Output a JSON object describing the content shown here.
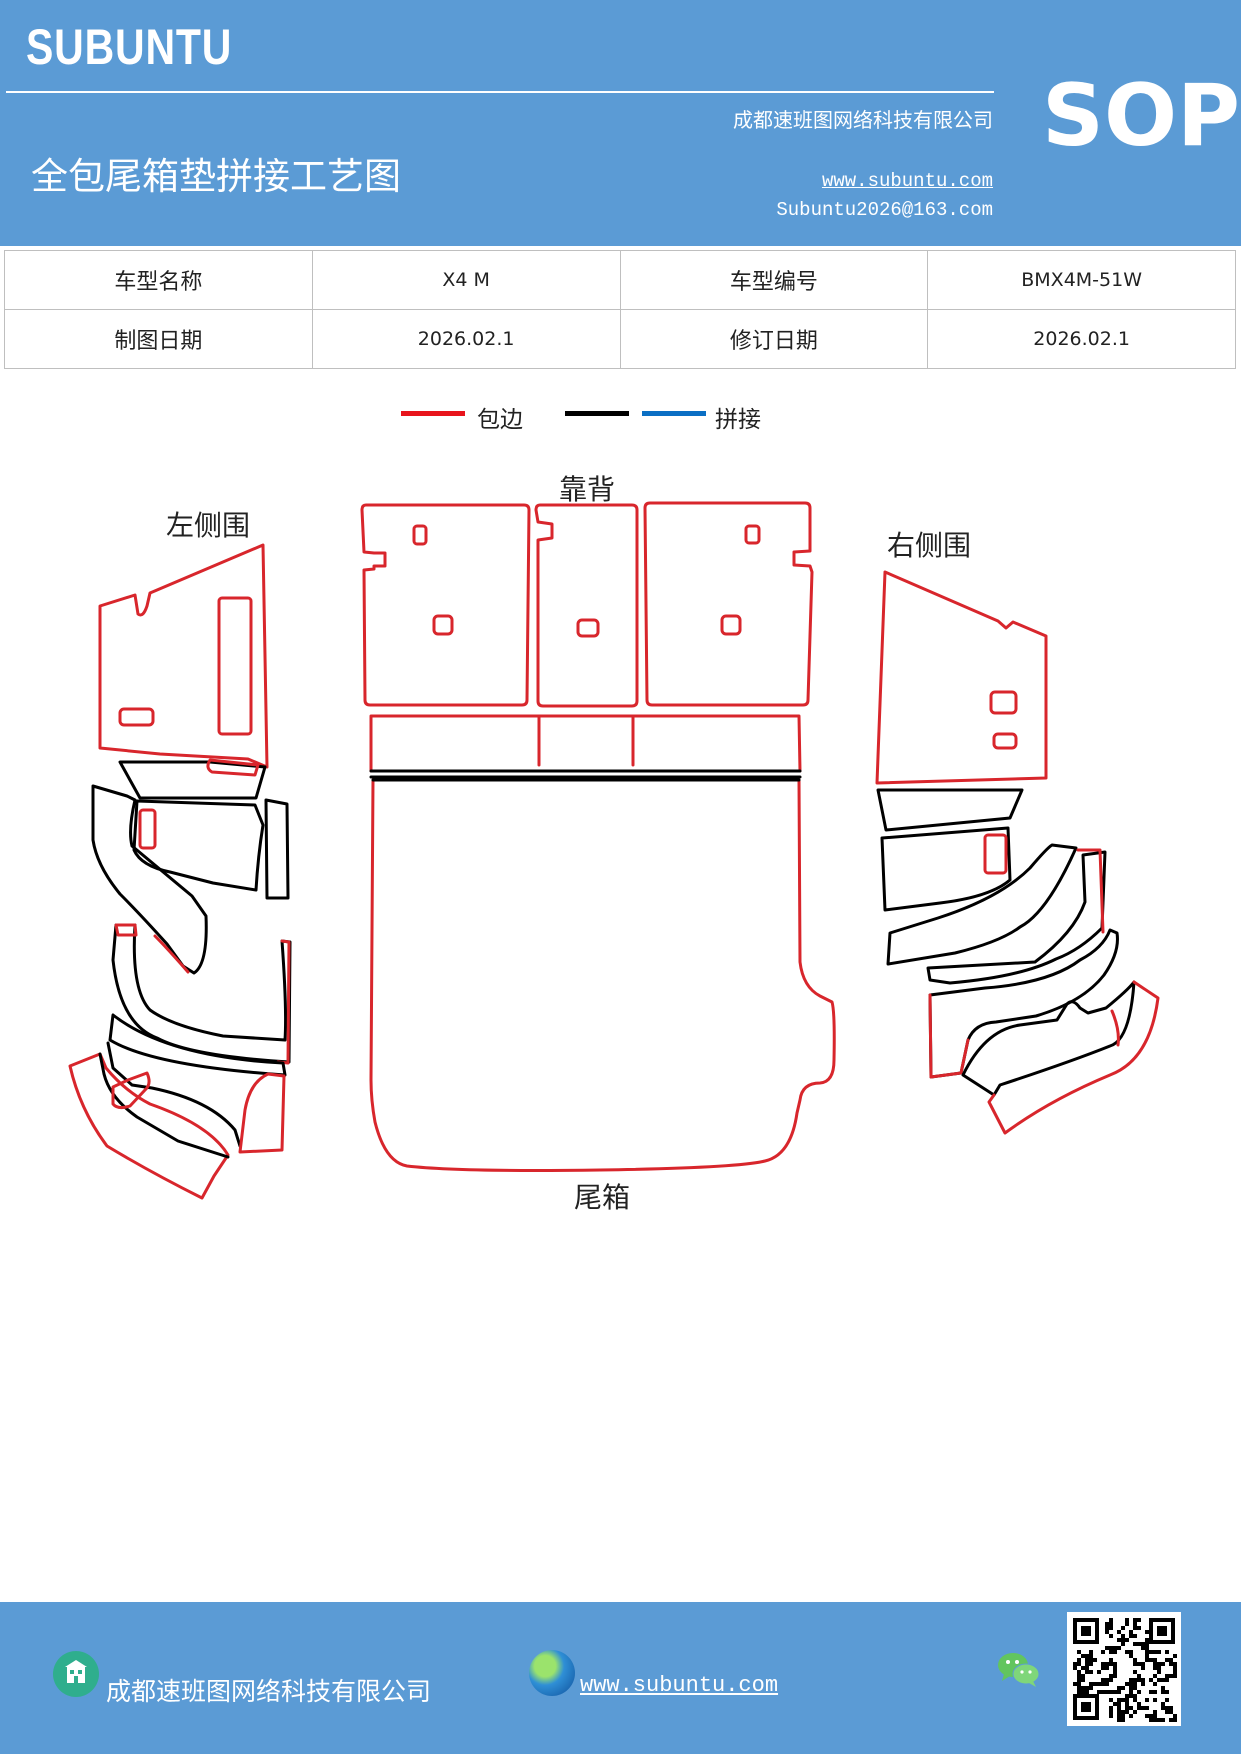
{
  "header": {
    "brand": "SUBUNTU",
    "sop": "SOP",
    "title": "全包尾箱垫拼接工艺图",
    "company": "成都速班图网络科技有限公司",
    "website": "www.subuntu.com",
    "email": "Subuntu2026@163.com",
    "background_color": "#5b9bd5"
  },
  "info_table": {
    "row1": {
      "label1": "车型名称",
      "value1": "X4 M",
      "label2": "车型编号",
      "value2": "BMX4M-51W"
    },
    "row2": {
      "label1": "制图日期",
      "value1": "2026.02.1",
      "label2": "修订日期",
      "value2": "2026.02.1"
    }
  },
  "legend": {
    "items": [
      {
        "color": "#e8141c",
        "label": "包边"
      },
      {
        "color": "#000000",
        "label": ""
      },
      {
        "color": "#0b6fc4",
        "label": "拼接"
      }
    ]
  },
  "drawing": {
    "labels": {
      "left_side": "左侧围",
      "backrest": "靠背",
      "right_side": "右侧围",
      "trunk": "尾箱"
    },
    "edge_colors": {
      "binding": "#d8262c",
      "seam": "#000000"
    }
  },
  "footer": {
    "company": "成都速班图网络科技有限公司",
    "website": "www.subuntu.com ",
    "building_icon": "building-icon",
    "globe_icon": "globe-icon",
    "wechat_icon": "wechat-icon",
    "qr_code": "qr-code"
  }
}
